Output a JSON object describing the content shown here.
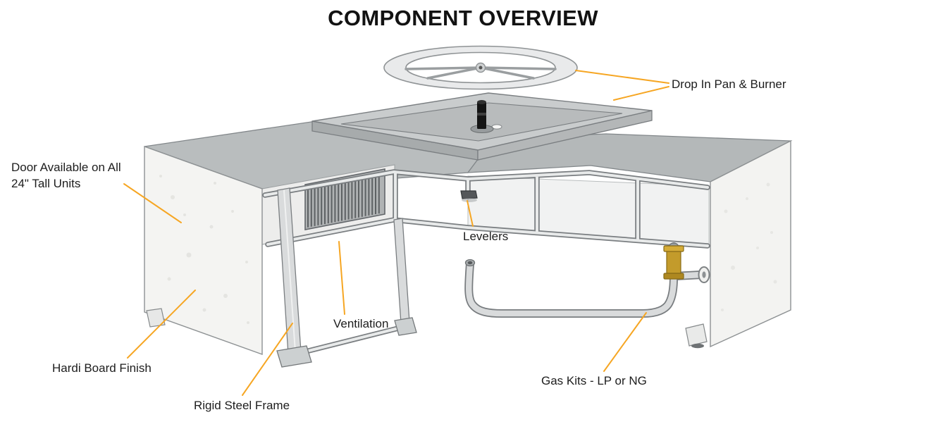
{
  "page": {
    "title": "COMPONENT OVERVIEW"
  },
  "colors": {
    "leader_line": "#F6A623",
    "label_text": "#1D1D1D",
    "title_text": "#121212",
    "counter_top_gray": "#B9BDBE",
    "panel_white": "#F4F4F2",
    "steel_gray": "#D9DBDC",
    "valve_brass": "#C39B2B"
  },
  "callouts": {
    "drop_in_pan_burner": "Drop In Pan & Burner",
    "door": "Door Available on All\n24\" Tall Units",
    "levelers": "Levelers",
    "ventilation": "Ventilation",
    "hardi_board_finish": "Hardi Board Finish",
    "rigid_steel_frame": "Rigid Steel Frame",
    "gas_kits": "Gas Kits - LP or NG"
  },
  "diagram_parts": [
    "burner-ring",
    "drop-in-pan",
    "igniter-knob",
    "counter-top",
    "hardi-panel",
    "vent-grille",
    "steel-frame",
    "leveler-foot",
    "gas-line",
    "gas-valve",
    "gas-flange"
  ]
}
